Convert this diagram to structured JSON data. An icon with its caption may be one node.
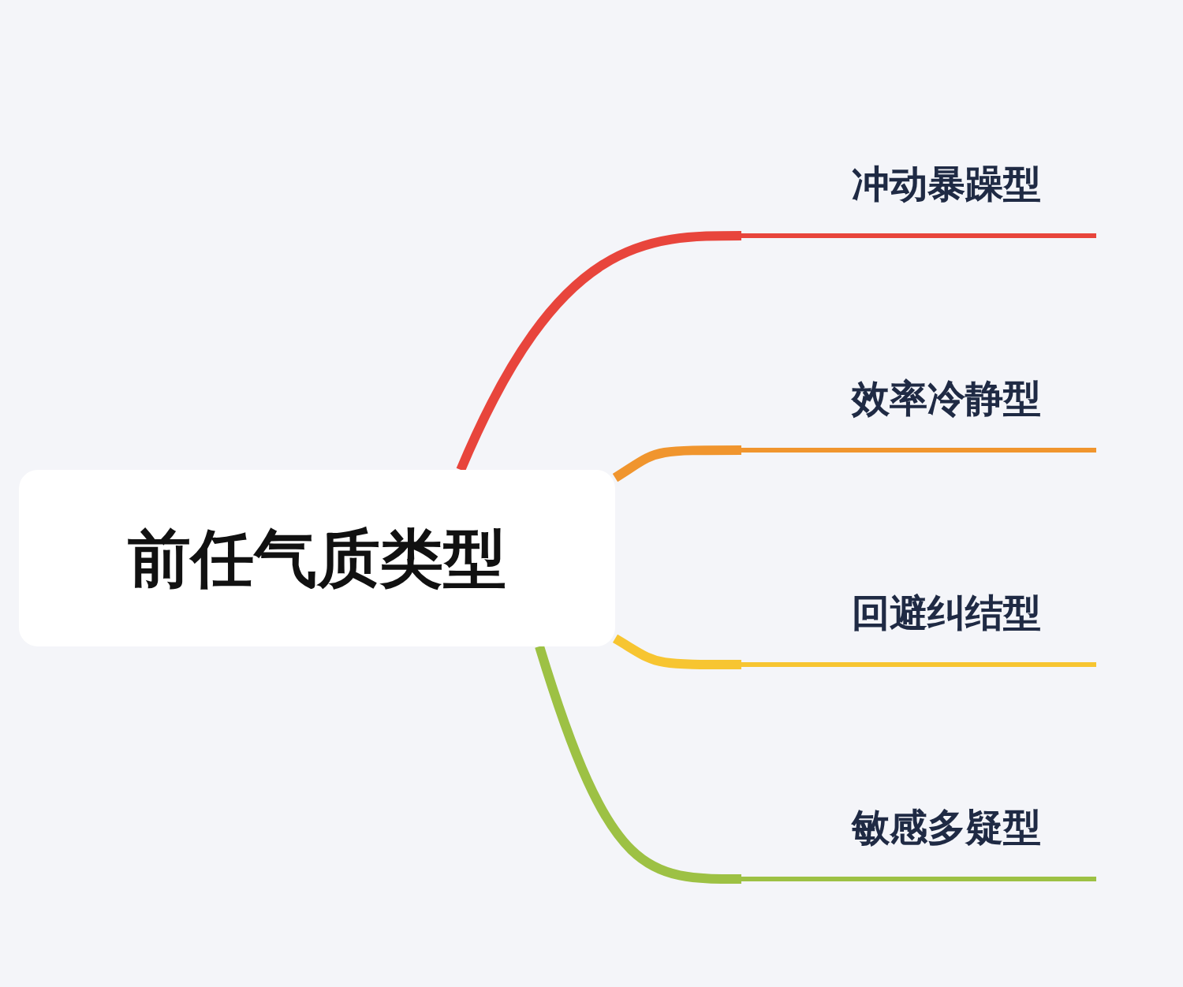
{
  "diagram": {
    "nodes": [
      {
        "text": [
          "前任气质类型"
        ]
      },
      {
        "text": [
          "冲动暴躁型"
        ]
      },
      {
        "text": [
          "效率冷静型"
        ]
      },
      {
        "text": [
          "回避纠结型"
        ]
      },
      {
        "text": [
          "敏感多疑型"
        ]
      }
    ],
    "edges": [
      {
        "from": 0,
        "to": 1,
        "arrow": "none",
        "color": "#e8453c"
      },
      {
        "from": 0,
        "to": 2,
        "arrow": "none",
        "color": "#f0952e"
      },
      {
        "from": 0,
        "to": 3,
        "arrow": "none",
        "color": "#f7c531"
      },
      {
        "from": 0,
        "to": 4,
        "arrow": "none",
        "color": "#9dc144"
      }
    ]
  }
}
